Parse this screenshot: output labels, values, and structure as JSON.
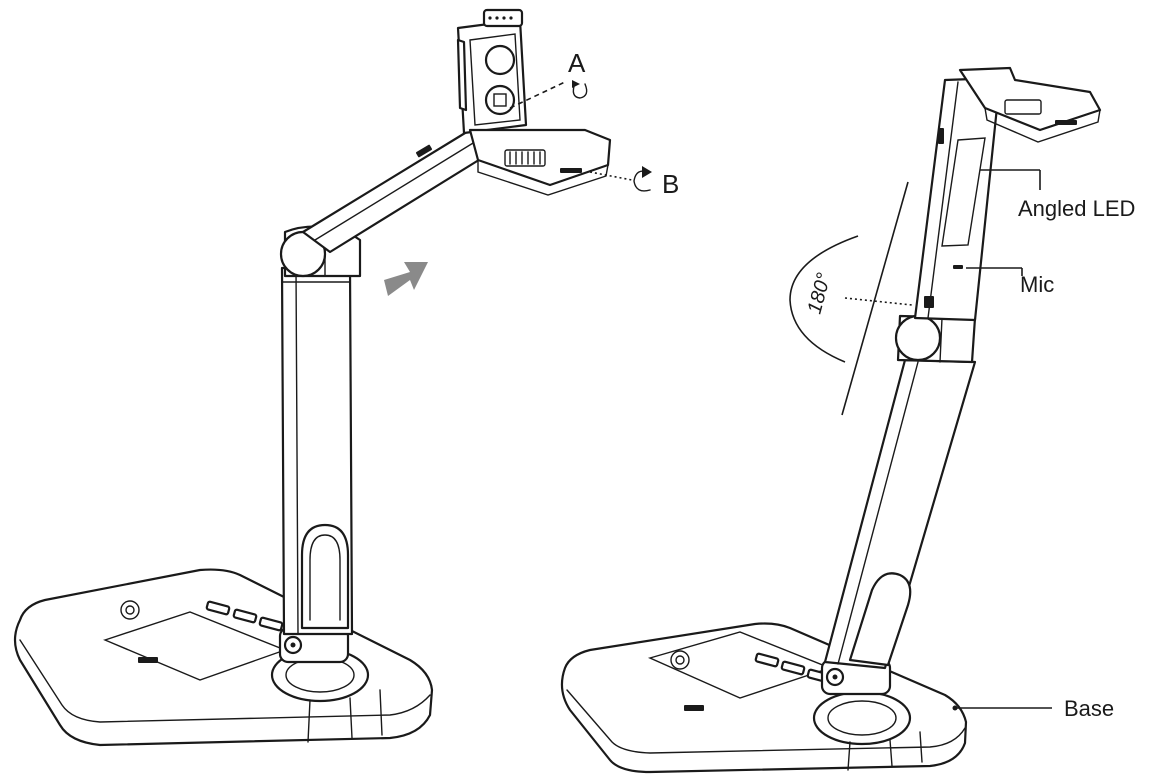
{
  "labels": {
    "rotate_a": "A",
    "rotate_b": "B",
    "angled_led": "Angled LED",
    "mic": "Mic",
    "base": "Base",
    "angle": "180°"
  },
  "colors": {
    "line": "#1a1a1a",
    "arrow": "#8a8a8a",
    "background": "#ffffff"
  },
  "icons": [
    "rotation-arrow-icon",
    "direction-arrow-icon"
  ]
}
